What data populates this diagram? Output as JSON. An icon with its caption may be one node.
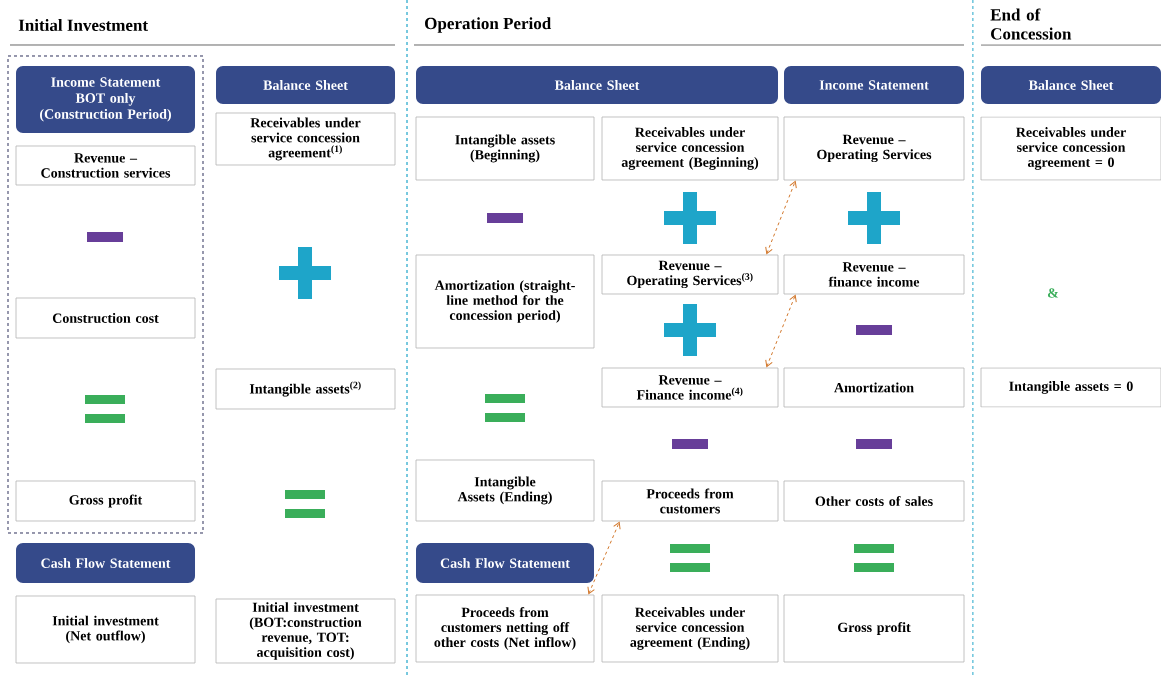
{
  "diagram": {
    "nodes": [
      {
        "text": [],
        "shape": "box"
      },
      {
        "text": [
          "Income Statement BOT only (Construction Period)"
        ],
        "in": 0
      },
      {
        "text": [
          "Revenue – Construction services"
        ],
        "in": 0
      },
      {
        "text": [
          "Construction cost"
        ],
        "in": 0
      },
      {
        "text": [
          "Gross profit"
        ],
        "in": 0
      },
      {
        "text": [
          "Cash Flow Statement"
        ]
      },
      {
        "text": [
          "Initial investment (Net outflow)"
        ]
      },
      {
        "text": [
          "Balance Sheet"
        ]
      },
      {
        "text": [
          "Receivables under service concession agreement$^{(1)}$"
        ]
      },
      {
        "text": [
          "Intangible assets$^{(2)}$"
        ]
      },
      {
        "text": [
          "Initial investment (BOT:construction revenue, TOT: acquisition cost)"
        ]
      },
      {
        "text": [
          "Balance Sheet"
        ]
      },
      {
        "text": [
          "Intangible assets (Beginning)"
        ]
      },
      {
        "text": [
          "Amortization (straight-line method for the concession period)"
        ]
      },
      {
        "text": [
          "Intangible Assets (Ending)"
        ]
      },
      {
        "text": [
          "Cash Flow Statement"
        ]
      },
      {
        "text": [
          "Proceeds from customers netting off other costs (Net inflow)"
        ]
      },
      {
        "text": [
          "Receivables under service concession agreement (Beginning)"
        ]
      },
      {
        "text": [
          "Revenue – Operating Services$^{(3)}$"
        ]
      },
      {
        "text": [
          "Revenue – Finance income$^{(4)}$"
        ]
      },
      {
        "text": [
          "Proceeds from customers"
        ]
      },
      {
        "text": [
          "Receivables under service concession agreement (Ending)"
        ]
      },
      {
        "text": [
          "Income Statement"
        ]
      },
      {
        "text": [
          "Revenue – Operating Services"
        ]
      },
      {
        "text": [
          "Revenue – finance income"
        ]
      },
      {
        "text": [
          "Amortization"
        ]
      },
      {
        "text": [
          "Other costs of sales"
        ]
      },
      {
        "text": [
          "Gross profit"
        ]
      },
      {
        "text": [
          "Balance Sheet"
        ]
      },
      {
        "text": [
          "Receivables under service concession agreement = 0"
        ]
      },
      {
        "text": [
          "Intangible assets = 0"
        ]
      }
    ],
    "edges": [
      {
        "from": 18,
        "to": 23,
        "arrow": "both",
        "style": "dashed",
        "color": "#d2772b"
      },
      {
        "from": 19,
        "to": 24,
        "arrow": "both",
        "style": "dashed",
        "color": "#d2772b"
      },
      {
        "from": 16,
        "to": 20,
        "arrow": "both",
        "style": "dashed",
        "color": "#d2772b"
      }
    ],
    "labels": [
      "Initial Investment",
      "Operation Period",
      "End of Concession",
      "&"
    ]
  }
}
